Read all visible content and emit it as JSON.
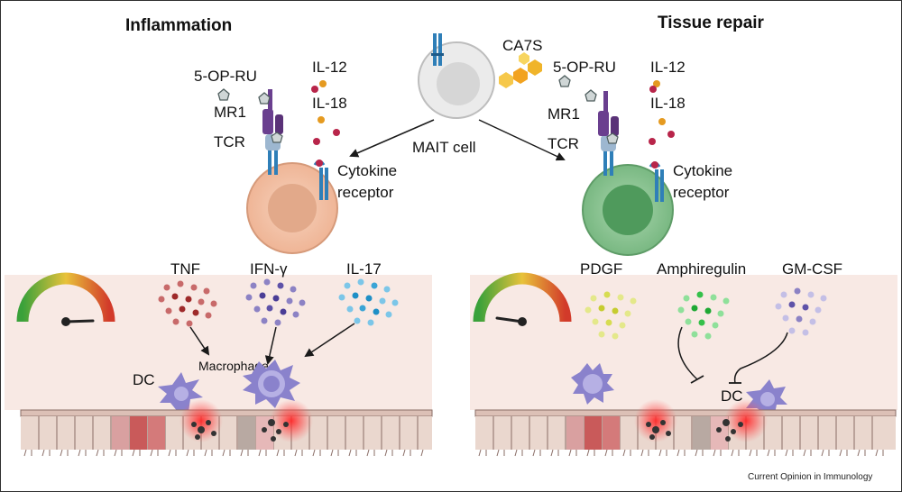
{
  "titles": {
    "left": "Inflammation",
    "right": "Tissue repair"
  },
  "center": {
    "cell_label": "MAIT cell",
    "antigen_label": "CA7S"
  },
  "left_labels": {
    "antigen": "5-OP-RU",
    "mhc": "MR1",
    "tcr": "TCR",
    "il12": "IL-12",
    "il18": "IL-18",
    "receptor_line1": "Cytokine",
    "receptor_line2": "receptor",
    "cytokine1": "TNF",
    "cytokine2": "IFN-γ",
    "cytokine3": "IL-17",
    "macrophage": "Macrophage",
    "dc": "DC"
  },
  "right_labels": {
    "antigen": "5-OP-RU",
    "mhc": "MR1",
    "tcr": "TCR",
    "il12": "IL-12",
    "il18": "IL-18",
    "receptor_line1": "Cytokine",
    "receptor_line2": "receptor",
    "cytokine1": "PDGF",
    "cytokine2": "Amphiregulin",
    "cytokine3": "GM-CSF",
    "dc": "DC"
  },
  "credit": "Current Opinion in Immunology",
  "colors": {
    "inflam_cell": "#f2c3a8",
    "repair_cell": "#8fc596",
    "naive_cell": "#e4e4e4",
    "tnf": "#b23a3a",
    "ifng": "#5e52a8",
    "il17": "#3aa4d6",
    "pdgf": "#d7dc52",
    "amphiregulin": "#35c04a",
    "gmcsf": "#8c82c4"
  }
}
